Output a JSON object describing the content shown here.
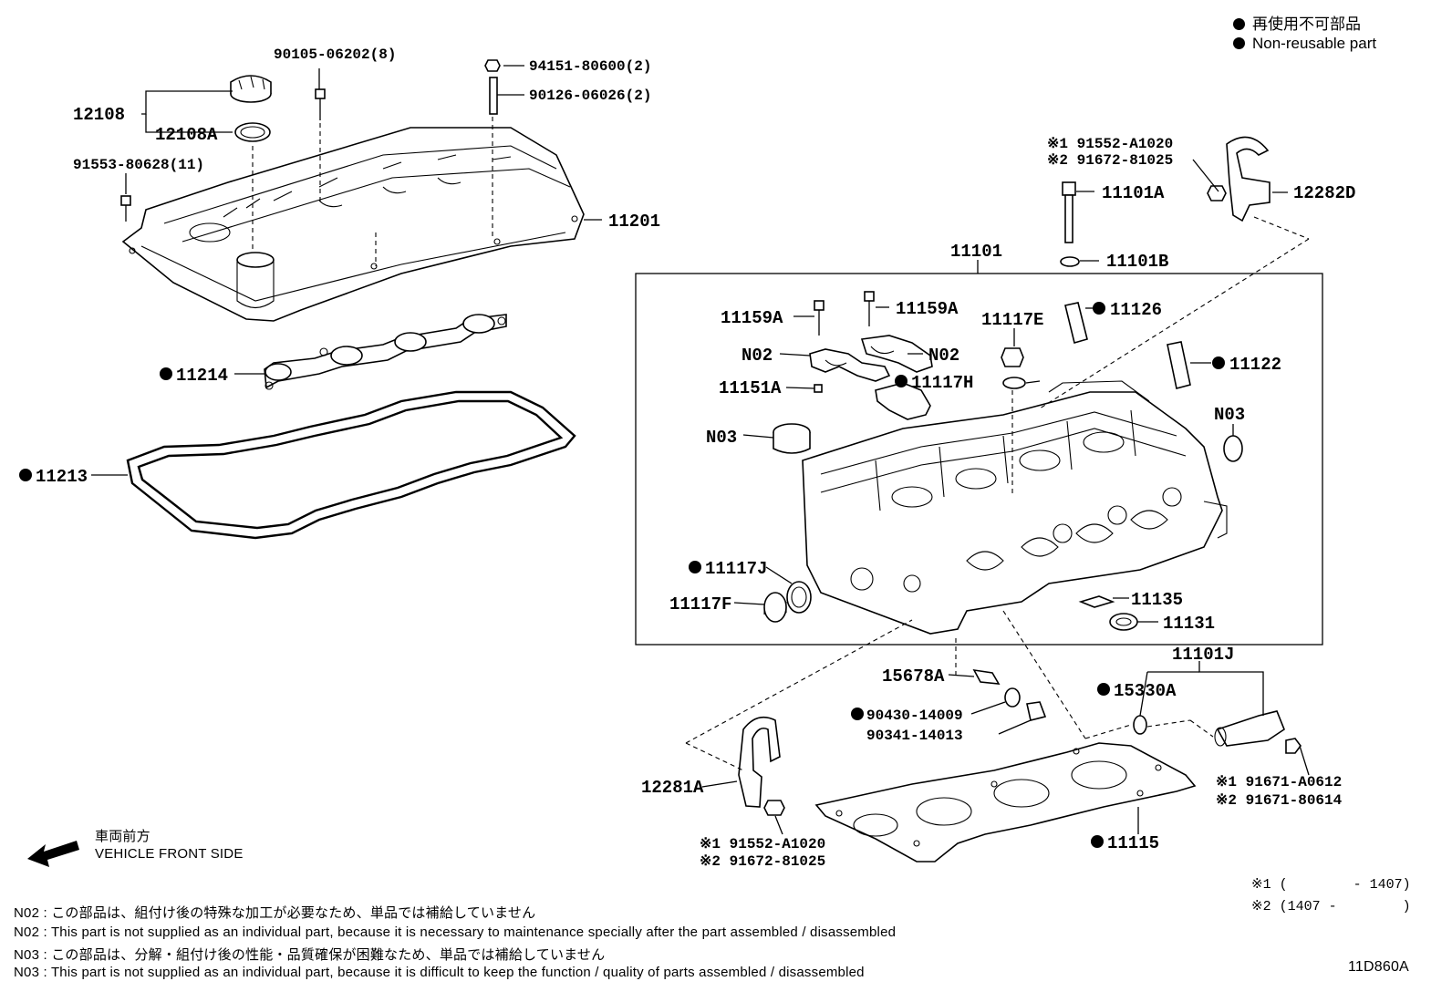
{
  "legend": {
    "jp": "再使用不可部品",
    "en": "Non-reusable part"
  },
  "labels": {
    "p12108": "12108",
    "p12108A": "12108A",
    "p90105": "90105-06202(8)",
    "p94151": "94151-80600(2)",
    "p90126": "90126-06026(2)",
    "p91553": "91553-80628(11)",
    "p11201": "11201",
    "p11214": "11214",
    "p11213": "11213",
    "p91552_top": "※1 91552-A1020",
    "p91672_top": "※2 91672-81025",
    "p12282D": "12282D",
    "p11101A": "11101A",
    "p11101B": "11101B",
    "p11101": "11101",
    "p11159A_l": "11159A",
    "p11159A_r": "11159A",
    "p11117E": "11117E",
    "p11126": "11126",
    "pN02_l": "N02",
    "pN02_r": "N02",
    "p11117H": "11117H",
    "p11122": "11122",
    "p11151A": "11151A",
    "pN03_l": "N03",
    "pN03_r": "N03",
    "p11117J": "11117J",
    "p11117F": "11117F",
    "p11135": "11135",
    "p11131": "11131",
    "p11101J": "11101J",
    "p15678A": "15678A",
    "p15330A": "15330A",
    "p90430": "90430-14009",
    "p90341": "90341-14013",
    "p12281A": "12281A",
    "p91671_a": "※1 91671-A0612",
    "p91671_b": "※2 91671-80614",
    "p11115": "11115",
    "p91552_bot": "※1 91552-A1020",
    "p91672_bot": "※2 91672-81025"
  },
  "front": {
    "jp": "車両前方",
    "en": "VEHICLE FRONT SIDE"
  },
  "dates": {
    "d1": "※1 (        - 1407)",
    "d2": "※2 (1407 -        )"
  },
  "notes": {
    "n02_jp": "N02 : この部品は、組付け後の特殊な加工が必要なため、単品では補給していません",
    "n02_en": "N02 : This part is not supplied as an individual part, because it is necessary to maintenance specially after the part assembled / disassembled",
    "n03_jp": "N03 : この部品は、分解・組付け後の性能・品質確保が困難なため、単品では補給していません",
    "n03_en": "N03 : This part is not supplied as an individual part, because it is difficult to keep the function / quality of parts  assembled / disassembled"
  },
  "diagram_id": "11D860A"
}
